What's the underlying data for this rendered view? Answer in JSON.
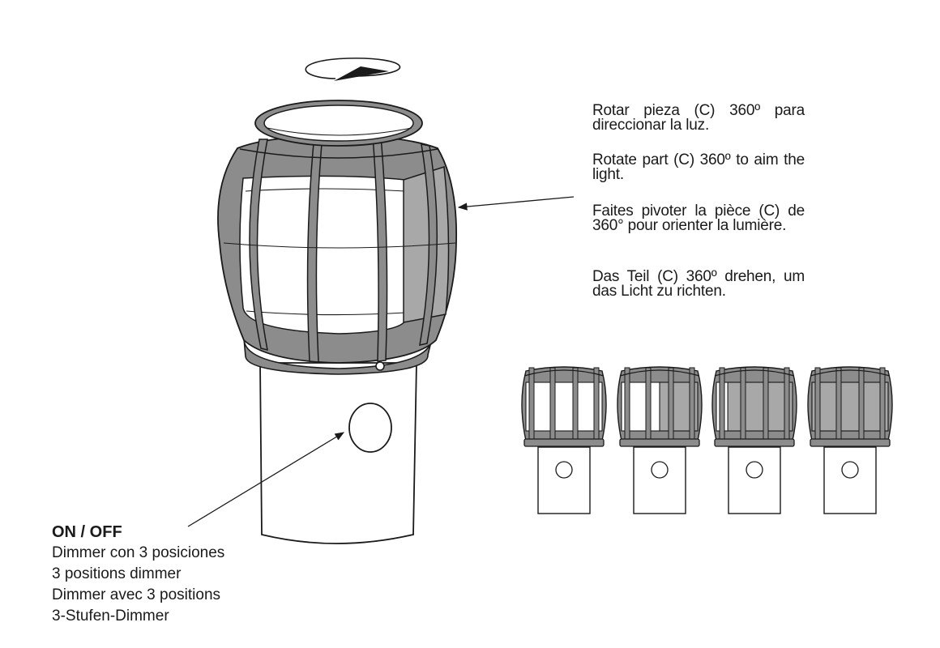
{
  "instructions": [
    "Rotar pieza (C) 360º para direccionar la luz.",
    "Rotate part (C) 360º to aim the light.",
    "Faites pivoter la pièce (C) de 360° pour orienter la lumière.",
    "Das Teil (C) 360º drehen, um das Licht zu richten."
  ],
  "switch_label": {
    "title": "ON / OFF",
    "lines": [
      "Dimmer con 3 posiciones",
      "3 positions dimmer",
      "Dimmer avec 3 positions",
      "3-Stufen-Dimmer"
    ]
  },
  "colors": {
    "line": "#1a1a1a",
    "frame_gray": "#8c8c8c",
    "shade_gray": "#a8a8a8",
    "glass_white": "#ffffff"
  },
  "positions": [
    {
      "shaded_fraction": 0.0
    },
    {
      "shaded_fraction": 0.5
    },
    {
      "shaded_fraction": 0.85
    },
    {
      "shaded_fraction": 1.0
    }
  ]
}
